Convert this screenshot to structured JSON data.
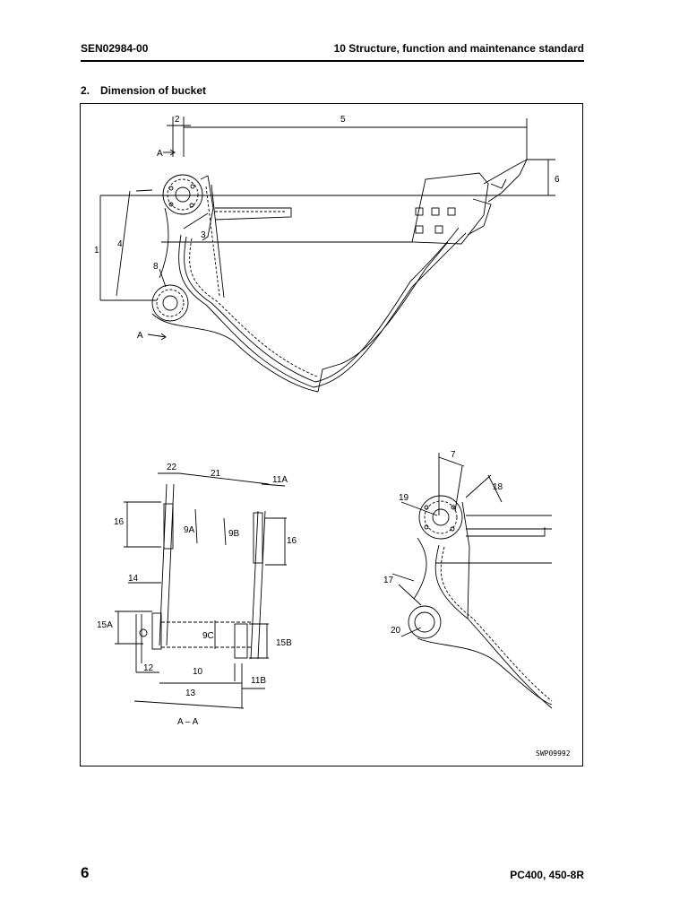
{
  "header": {
    "doc_code": "SEN02984-00",
    "chapter": "10 Structure, function and maintenance standard"
  },
  "section": {
    "number": "2.",
    "title": "Dimension of bucket"
  },
  "figure": {
    "section_label": "A – A",
    "drawing_code": "SWP09992",
    "view_arrows": [
      "A",
      "A"
    ],
    "main_view_dims": [
      "1",
      "2",
      "3",
      "4",
      "5",
      "6",
      "8"
    ],
    "section_view_dims": [
      "9A",
      "9B",
      "9C",
      "10",
      "11A",
      "11B",
      "12",
      "13",
      "14",
      "15A",
      "15B",
      "16",
      "16",
      "21",
      "22"
    ],
    "detail_view_dims": [
      "7",
      "17",
      "18",
      "19",
      "20"
    ]
  },
  "footer": {
    "page_number": "6",
    "model": "PC400, 450-8R"
  }
}
